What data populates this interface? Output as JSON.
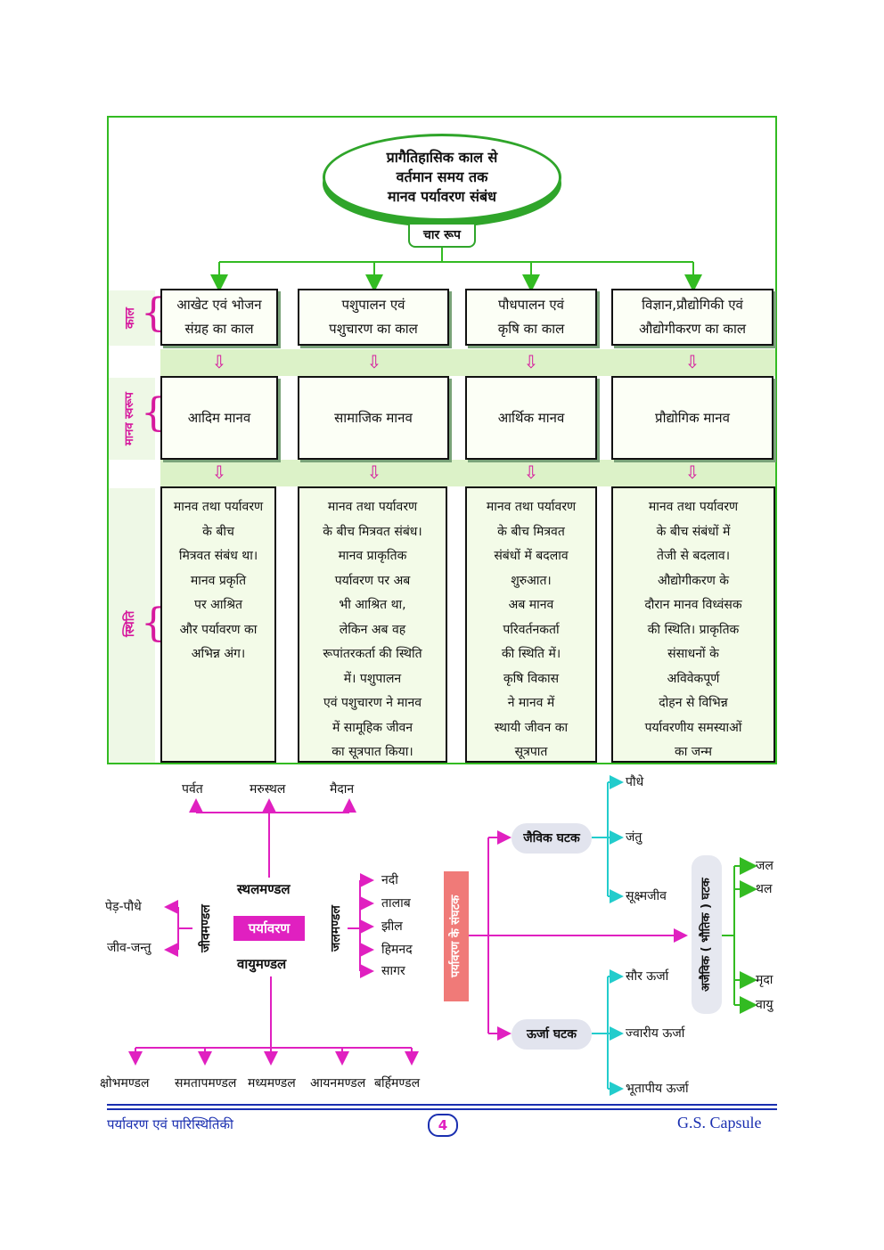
{
  "top_diagram": {
    "title_lines": [
      "प्रागैतिहासिक काल से",
      "वर्तमान समय तक",
      "मानव पर्यावरण संबंध"
    ],
    "tag": "चार रूप",
    "row_labels": [
      "काल",
      "मानव स्वरूप",
      "स्थिति"
    ],
    "columns": [
      {
        "period": [
          "आखेट एवं भोजन",
          "संग्रह का काल"
        ],
        "human": "आदिम मानव",
        "status": [
          "मानव तथा पर्यावरण",
          "के बीच",
          "मित्रवत संबंध था।",
          "मानव प्रकृति",
          "पर आश्रित",
          "और पर्यावरण का",
          "अभिन्न अंग।"
        ]
      },
      {
        "period": [
          "पशुपालन एवं",
          "पशुचारण का काल"
        ],
        "human": "सामाजिक मानव",
        "status": [
          "मानव तथा पर्यावरण",
          "के बीच मित्रवत संबंध।",
          "मानव प्राकृतिक",
          "पर्यावरण पर अब",
          "भी आश्रित था,",
          "लेकिन अब वह",
          "रूपांतरकर्ता की स्थिति",
          "में। पशुपालन",
          "एवं पशुचारण ने मानव",
          "में सामूहिक जीवन",
          "का सूत्रपात किया।"
        ]
      },
      {
        "period": [
          "पौधपालन एवं",
          "कृषि का काल"
        ],
        "human": "आर्थिक मानव",
        "status": [
          "मानव तथा पर्यावरण",
          "के बीच मित्रवत",
          "संबंधों में बदलाव",
          "शुरुआत।",
          "अब मानव",
          "परिवर्तनकर्ता",
          "की स्थिति में।",
          "कृषि विकास",
          "ने मानव में",
          "स्थायी जीवन का",
          "सूत्रपात"
        ]
      },
      {
        "period": [
          "विज्ञान,प्रौद्योगिकी एवं",
          "औद्योगीकरण का काल"
        ],
        "human": "प्रौद्योगिक मानव",
        "status": [
          "मानव तथा पर्यावरण",
          "के  बीच संबंधों में",
          "तेजी से बदलाव।",
          "औद्योगीकरण के",
          "दौरान मानव विध्वंसक",
          "की स्थिति। प्राकृतिक",
          "संसाधनों के",
          "अविवेकपूर्ण",
          "दोहन से विभिन्न",
          "पर्यावरणीय समस्याओं",
          "का जन्म"
        ]
      }
    ]
  },
  "left_diagram": {
    "center": "पर्यावरण",
    "top": "स्थलमण्डल",
    "bottom": "वायुमण्डल",
    "left_vertical": "जीवमण्डल",
    "right_vertical": "जलमण्डल",
    "landforms": [
      "पर्वत",
      "मरुस्थल",
      "मैदान"
    ],
    "biosphere": [
      "पेड़-पौधे",
      "जीव-जन्तु"
    ],
    "water": [
      "नदी",
      "तालाब",
      "झील",
      "हिमनद",
      "सागर"
    ],
    "atmosphere_layers": [
      "क्षोभमण्डल",
      "समतापमण्डल",
      "मध्यमण्डल",
      "आयनमण्डल",
      "बर्हिमण्डल"
    ]
  },
  "right_diagram": {
    "main": "पर्यावरण के संघटक",
    "biotic": "जैविक घटक",
    "biotic_items": [
      "पौधे",
      "जंतु",
      "सूक्ष्मजीव"
    ],
    "energy": "ऊर्जा घटक",
    "energy_items": [
      "सौर ऊर्जा",
      "ज्वारीय ऊर्जा",
      "भूतापीय ऊर्जा"
    ],
    "abiotic": "अजैविक ( भौतिक ) घटक",
    "abiotic_items": [
      "जल",
      "थल",
      "मृदा",
      "वायु"
    ]
  },
  "footer": {
    "left": "पर्यावरण एवं पारिस्थितिकी",
    "page": "4",
    "right": "G.S. Capsule"
  },
  "colors": {
    "frame_green": "#33bb22",
    "magenta": "#e020c0",
    "cyan": "#22d0d0",
    "salmon": "#f07a78",
    "band": "#dcf2c8",
    "footer_blue": "#1a2fb0"
  }
}
